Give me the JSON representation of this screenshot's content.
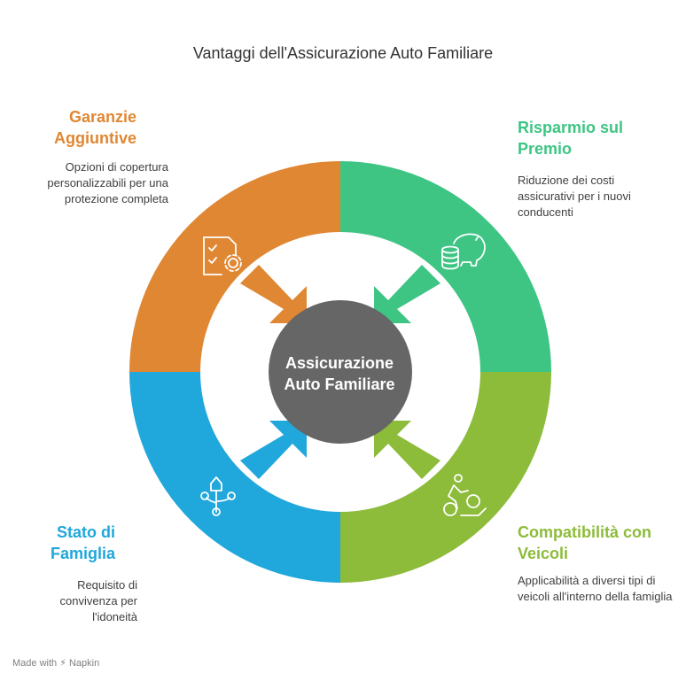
{
  "title": "Vantaggi dell'Assicurazione Auto Familiare",
  "center": {
    "label": "Assicurazione Auto Familiare",
    "color": "#666666"
  },
  "segments": [
    {
      "heading": "Garanzie Aggiuntive",
      "description": "Opzioni di copertura personalizzabili per una protezione completa",
      "color": "#E08733",
      "icon": "checklist-gear-icon"
    },
    {
      "heading": "Risparmio sul Premio",
      "description": "Riduzione dei costi assicurativi per i nuovi conducenti",
      "color": "#3EC584",
      "icon": "piggy-bank-coins-icon"
    },
    {
      "heading": "Stato di Famiglia",
      "description": "Requisito di convivenza per l'idoneità",
      "color": "#20A7DB",
      "icon": "family-tree-icon"
    },
    {
      "heading": "Compatibilità con Veicoli",
      "description": "Applicabilità a diversi tipi di veicoli all'interno della famiglia",
      "color": "#8DBB3A",
      "icon": "cyclist-icon"
    }
  ],
  "watermark": "Made with ⚡ Napkin"
}
